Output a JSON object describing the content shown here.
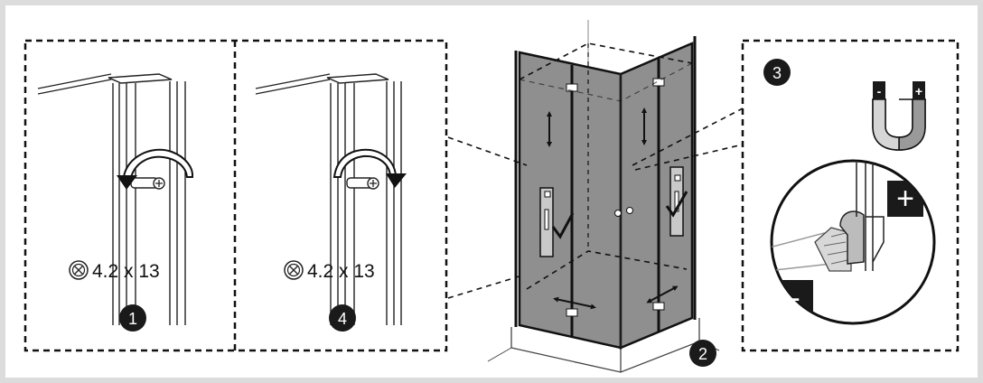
{
  "colors": {
    "background": "#dcdcdc",
    "panel": "#ffffff",
    "glass": "#8f8f8f",
    "line": "#1a1a1a",
    "badge": "#1a1a1a"
  },
  "panel_left": {
    "screw_spec_a": "4.2 x 13",
    "screw_spec_b": "4.2 x 13",
    "step_a": "1",
    "step_b": "4",
    "icons": [
      "screw-head-icon",
      "rotate-clockwise-icon",
      "rotate-counterclockwise-icon"
    ]
  },
  "center": {
    "step": "2",
    "icons": [
      "vertical-arrow-icon",
      "horizontal-arrow-icon",
      "spirit-level-icon",
      "checkmark-icon"
    ]
  },
  "panel_right": {
    "step": "3",
    "magnet_minus": "-",
    "magnet_plus": "+",
    "seal_plus": "+",
    "seal_minus": "-",
    "icons": [
      "magnet-icon",
      "magnifier-icon"
    ]
  }
}
